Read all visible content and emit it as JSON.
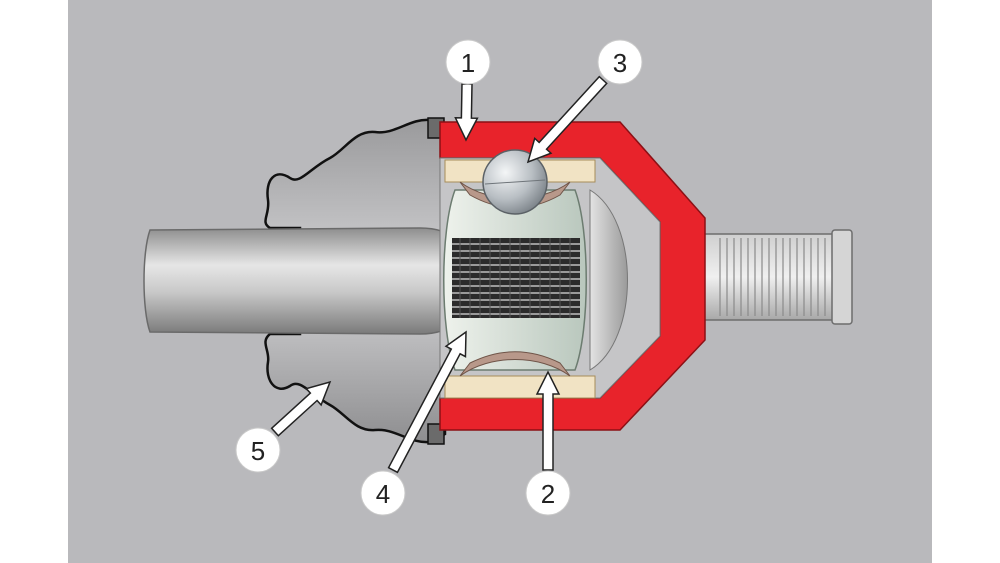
{
  "diagram": {
    "callouts": [
      {
        "id": "1",
        "label": "1"
      },
      {
        "id": "2",
        "label": "2"
      },
      {
        "id": "3",
        "label": "3"
      },
      {
        "id": "4",
        "label": "4"
      },
      {
        "id": "5",
        "label": "5"
      }
    ],
    "colors": {
      "background": "#b9b9bc",
      "side_bars": "#ffffff",
      "housing": "#e8232b",
      "shaft": "#b8b8b8",
      "boot": "#b0b0b2",
      "cage": "#d8ddd6",
      "ball": "#c7ccd0"
    }
  }
}
